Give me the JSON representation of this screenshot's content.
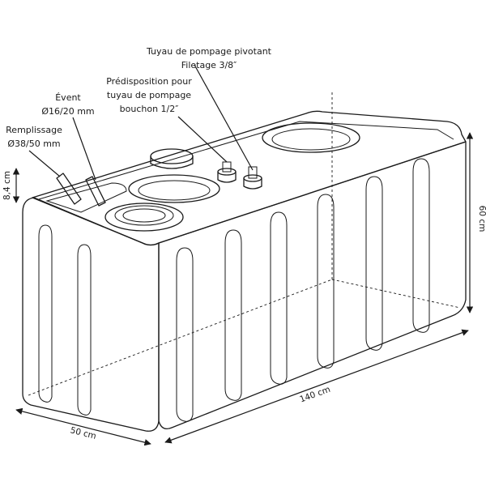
{
  "labels": {
    "pump_pivot_line1": "Tuyau de pompage pivotant",
    "pump_pivot_line2": "Filetage 3/8″",
    "pump_prep_line1": "Prédisposition pour",
    "pump_prep_line2": "tuyau de pompage",
    "pump_prep_line3": "bouchon 1/2″",
    "vent_line1": "Évent",
    "vent_line2": "Ø16/20 mm",
    "fill_line1": "Remplissage",
    "fill_line2": "Ø38/50 mm"
  },
  "dimensions": {
    "length": "140 cm",
    "width": "50 cm",
    "height": "60 cm",
    "recess_depth": "8,4 cm"
  },
  "colors": {
    "line": "#1a1a1a",
    "background": "#ffffff"
  }
}
